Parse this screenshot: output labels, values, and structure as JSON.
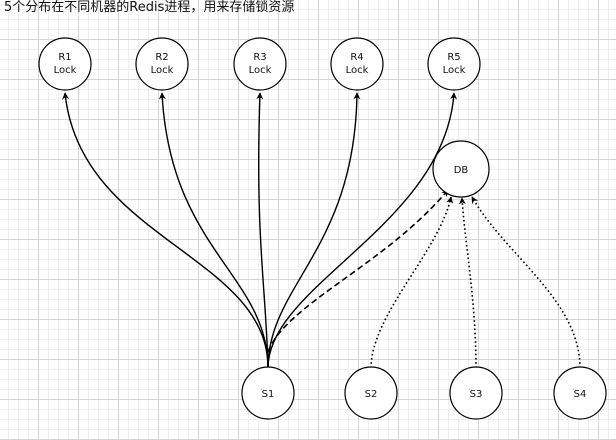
{
  "caption": "5个分布在不同机器的Redis进程，用来存储锁资源",
  "nodes": {
    "r1": {
      "line1": "R1",
      "line2": "Lock"
    },
    "r2": {
      "line1": "R2",
      "line2": "Lock"
    },
    "r3": {
      "line1": "R3",
      "line2": "Lock"
    },
    "r4": {
      "line1": "R4",
      "line2": "Lock"
    },
    "r5": {
      "line1": "R5",
      "line2": "Lock"
    },
    "db": {
      "line1": "DB"
    },
    "s1": {
      "line1": "S1"
    },
    "s2": {
      "line1": "S2"
    },
    "s3": {
      "line1": "S3"
    },
    "s4": {
      "line1": "S4"
    }
  },
  "edges": [
    {
      "from": "s1",
      "to": "r1",
      "style": "solid"
    },
    {
      "from": "s1",
      "to": "r2",
      "style": "solid"
    },
    {
      "from": "s1",
      "to": "r3",
      "style": "solid"
    },
    {
      "from": "s1",
      "to": "r4",
      "style": "solid"
    },
    {
      "from": "s1",
      "to": "r5",
      "style": "solid"
    },
    {
      "from": "s1",
      "to": "db",
      "style": "dashed"
    },
    {
      "from": "s2",
      "to": "db",
      "style": "dotted"
    },
    {
      "from": "s3",
      "to": "db",
      "style": "dotted"
    },
    {
      "from": "s4",
      "to": "db",
      "style": "dotted"
    }
  ],
  "colors": {
    "line": "#000000",
    "node_fill": "#ffffff",
    "grid": "#d6d6d6"
  }
}
